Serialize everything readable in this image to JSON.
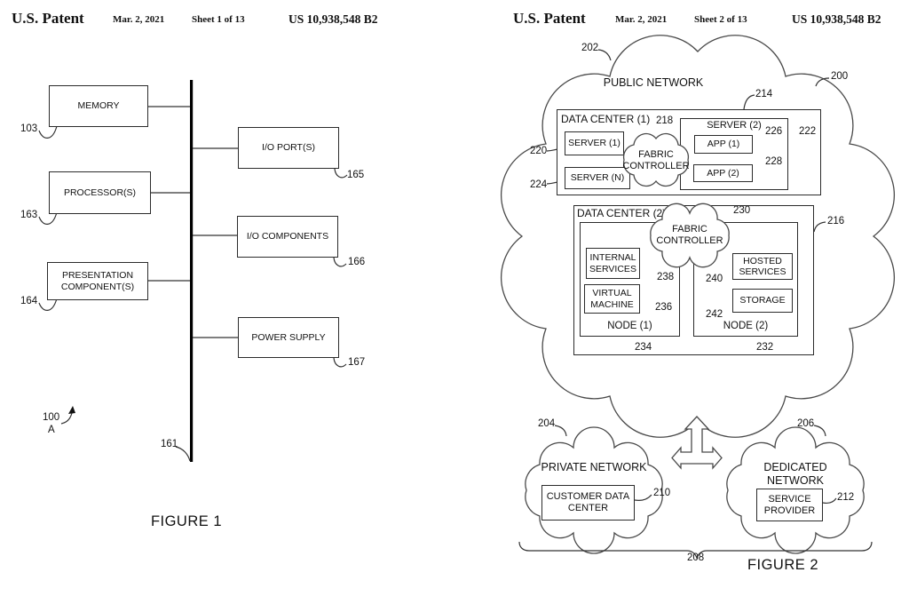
{
  "header_left": {
    "title": "U.S. Patent",
    "date": "Mar. 2, 2021",
    "sheet": "Sheet 1 of 13",
    "number": "US 10,938,548 B2"
  },
  "header_right": {
    "title": "U.S. Patent",
    "date": "Mar. 2, 2021",
    "sheet": "Sheet 2 of 13",
    "number": "US 10,938,548 B2"
  },
  "fig1": {
    "caption": "FIGURE 1",
    "boxes": {
      "memory": "MEMORY",
      "processors": "PROCESSOR(S)",
      "presentation": "PRESENTATION COMPONENT(S)",
      "io_ports": "I/O PORT(S)",
      "io_components": "I/O COMPONENTS",
      "power_supply": "POWER SUPPLY"
    },
    "refs": {
      "memory": "103",
      "processors": "163",
      "presentation": "164",
      "io_ports": "165",
      "io_components": "166",
      "power_supply": "167",
      "bus": "161",
      "device": "100",
      "device_sub": "A"
    }
  },
  "fig2": {
    "caption": "FIGURE 2",
    "clouds": {
      "public": "PUBLIC NETWORK",
      "private": "PRIVATE NETWORK",
      "dedicated": "DEDICATED NETWORK",
      "fabric1": "FABRIC CONTROLLER",
      "fabric2": "FABRIC CONTROLLER"
    },
    "labels": {
      "dc1": "DATA CENTER (1)",
      "dc2": "DATA CENTER (2)",
      "server1": "SERVER (1)",
      "serverN": "SERVER (N)",
      "server2": "SERVER (2)",
      "app1": "APP (1)",
      "app2": "APP (2)",
      "internal_services": "INTERNAL SERVICES",
      "virtual_machine": "VIRTUAL MACHINE",
      "hosted_services": "HOSTED SERVICES",
      "storage": "STORAGE",
      "node1": "NODE (1)",
      "node2": "NODE (2)",
      "customer_dc": "CUSTOMER DATA CENTER",
      "service_provider": "SERVICE PROVIDER"
    },
    "refs": {
      "public": "200",
      "public_top": "202",
      "dc1": "214",
      "fabric1": "218",
      "server1": "220",
      "serverN": "224",
      "app1": "226",
      "server2": "222",
      "app2": "228",
      "fabric2": "230",
      "dc2": "216",
      "node1": "234",
      "node2": "232",
      "virtual_machine": "236",
      "internal_services": "238",
      "hosted_services": "240",
      "storage": "242",
      "private": "204",
      "dedicated": "206",
      "customer_dc": "210",
      "service_provider": "212",
      "networks_group": "208"
    }
  }
}
